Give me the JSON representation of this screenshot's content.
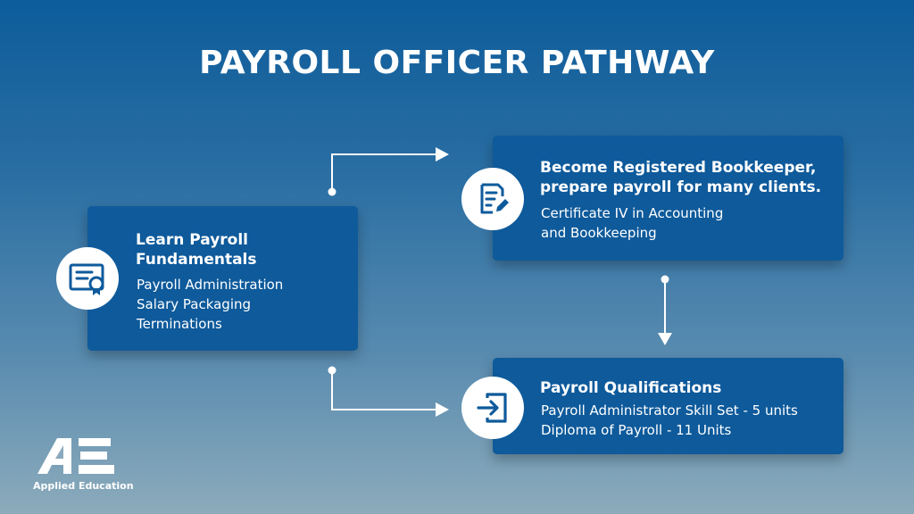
{
  "title": "PAYROLL OFFICER PATHWAY",
  "cards": {
    "fundamentals": {
      "title_lines": [
        "Learn Payroll",
        "Fundamentals"
      ],
      "items": [
        "Payroll Administration",
        "Salary Packaging",
        "Terminations"
      ],
      "icon": "certificate-icon"
    },
    "bookkeeper": {
      "title_lines": [
        "Become Registered Bookkeeper,",
        "prepare payroll for many clients."
      ],
      "items": [
        "Certificate IV in Accounting",
        "and Bookkeeping"
      ],
      "icon": "document-edit-icon"
    },
    "qualifications": {
      "title_lines": [
        "Payroll Qualifications"
      ],
      "items": [
        "Payroll Administrator Skill Set - 5 units",
        "Diploma of Payroll - 11 Units"
      ],
      "icon": "enter-arrow-icon"
    }
  },
  "logo": {
    "text": "Applied Education"
  },
  "colors": {
    "card": "#0e5a9b",
    "icon": "#0e5a9b",
    "connector": "#ffffff"
  }
}
